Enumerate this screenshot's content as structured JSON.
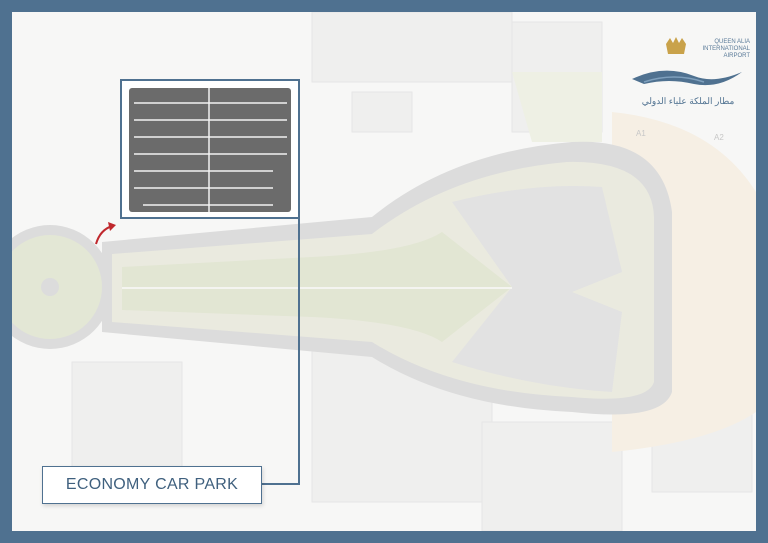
{
  "map": {
    "highlight_label": "ECONOMY CAR PARK",
    "gate_labels": [
      "A1",
      "A2"
    ],
    "colors": {
      "frame": "#4f7190",
      "accent_arrow": "#c0282d",
      "parking": "#6b6b6b",
      "road": "#dcdcdc",
      "greenery": "#e5e8d8"
    }
  },
  "logo": {
    "name_en": "QUEEN ALIA INTERNATIONAL AIRPORT",
    "name_en_lines": [
      "QUEEN ALIA",
      "INTERNATIONAL",
      "AIRPORT"
    ],
    "name_ar": "مطار الملكة علياء الدولي"
  }
}
